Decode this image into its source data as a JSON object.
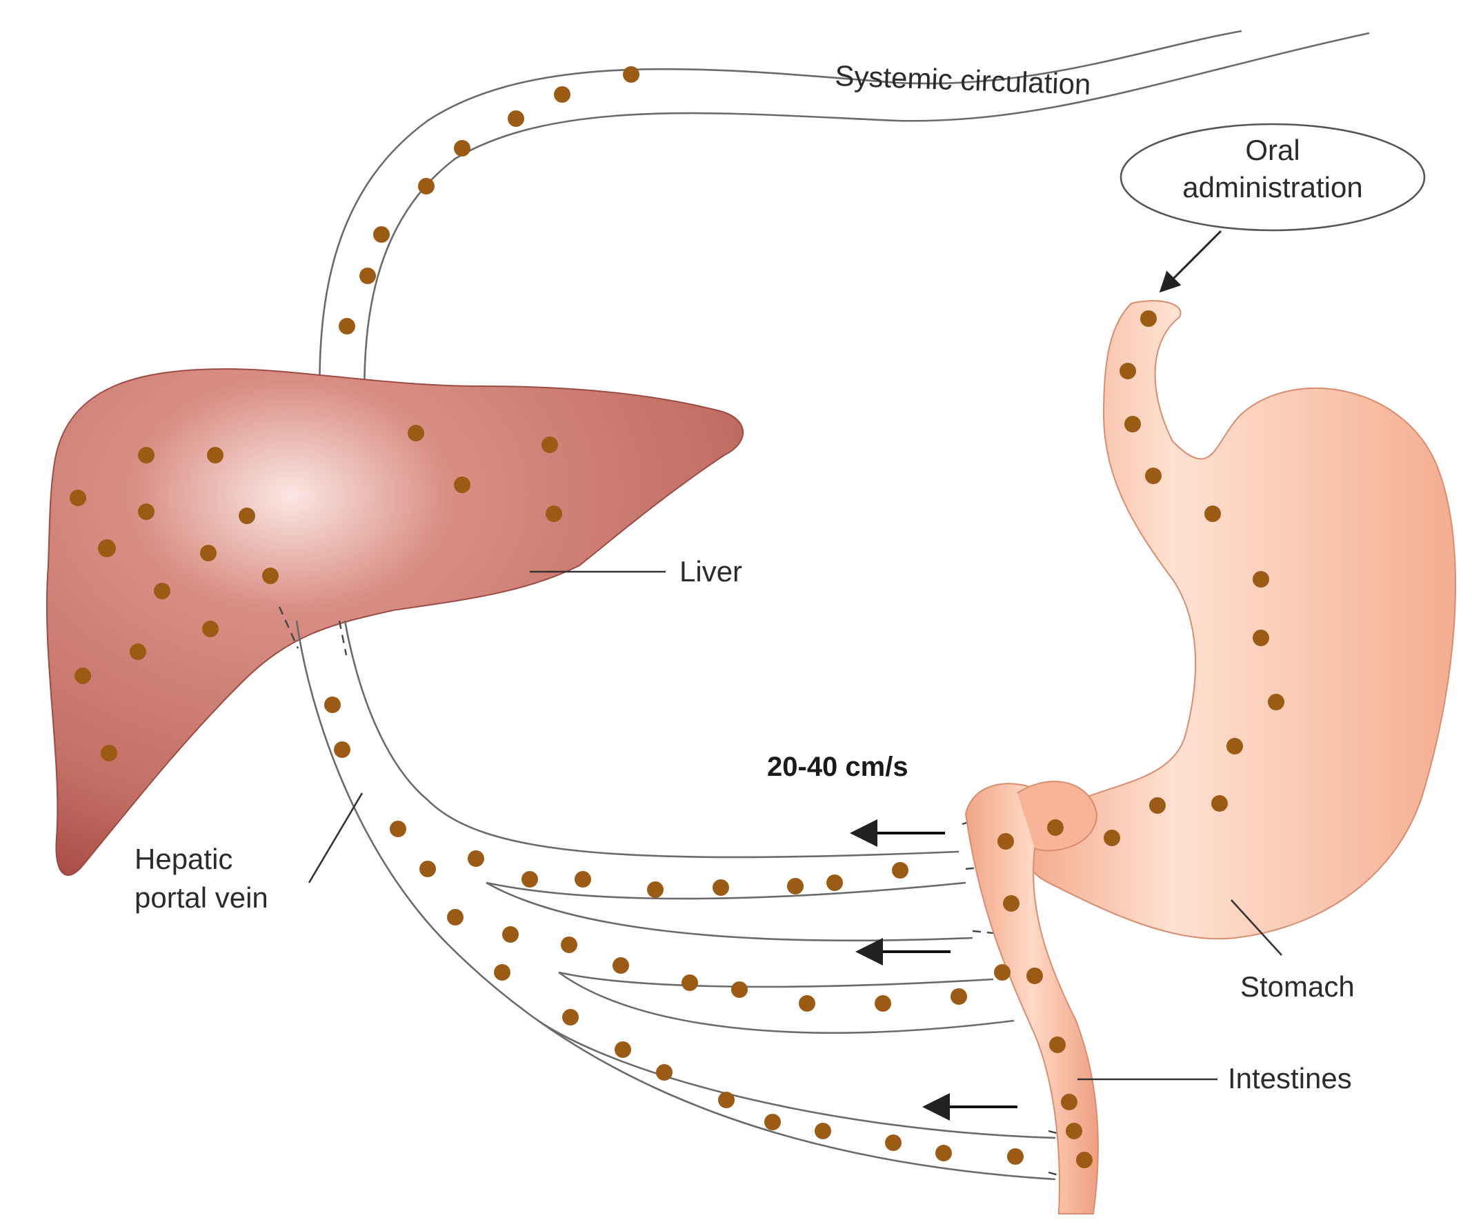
{
  "labels": {
    "systemic_circulation": "Systemic circulation",
    "oral_line1": "Oral",
    "oral_line2": "administration",
    "liver": "Liver",
    "velocity": "20-40 cm/s",
    "hepatic_line1": "Hepatic",
    "hepatic_line2": "portal vein",
    "stomach": "Stomach",
    "intestines": "Intestines"
  },
  "colors": {
    "liver": "#c9776c",
    "liver_dark": "#a4423d",
    "stomach": "#f6b89c",
    "stomach_light": "#ffe2d2",
    "particle": "#9c5b14",
    "vessel_stroke": "#6a6a6a"
  },
  "flow_arrows": 3
}
